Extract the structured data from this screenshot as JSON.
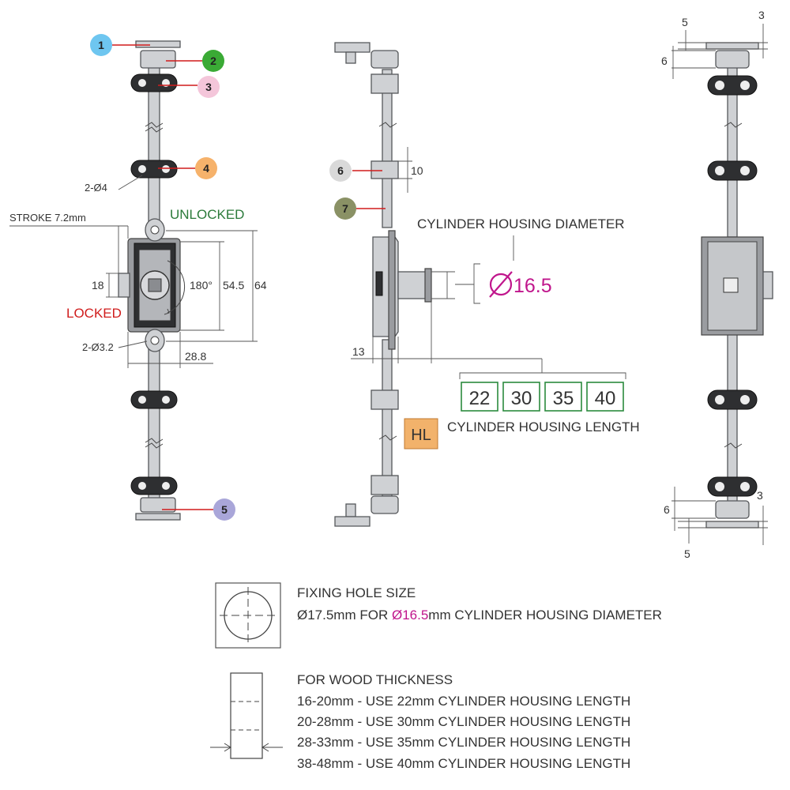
{
  "callouts": [
    {
      "num": "1",
      "color": "#6ec6f0"
    },
    {
      "num": "2",
      "color": "#3aaa35"
    },
    {
      "num": "3",
      "color": "#f4c6da"
    },
    {
      "num": "4",
      "color": "#f6b26b"
    },
    {
      "num": "5",
      "color": "#a9a6d9"
    },
    {
      "num": "6",
      "color": "#d9d9d9"
    },
    {
      "num": "7",
      "color": "#8a9165"
    }
  ],
  "front_view": {
    "stroke": "STROKE 7.2mm",
    "unlocked": "UNLOCKED",
    "locked": "LOCKED",
    "angle": "180°",
    "hole_top": "2-Ø4",
    "hole_bottom": "2-Ø3.2",
    "dim_18": "18",
    "dim_54_5": "54.5",
    "dim_64": "64",
    "dim_28_8": "28.8",
    "unlocked_color": "#2b7a3a",
    "locked_color": "#d01c1c"
  },
  "side_view": {
    "dim_10": "10",
    "dim_13": "13",
    "housing_diameter_label": "CYLINDER HOUSING DIAMETER",
    "diameter_value": "16.5",
    "diameter_color": "#c0168c",
    "lengths": [
      "22",
      "30",
      "35",
      "40"
    ],
    "length_box_color": "#2b8a3e",
    "housing_length_label": "CYLINDER HOUSING LENGTH",
    "hl_badge": "HL",
    "hl_color": "#f2b26b"
  },
  "rear_view": {
    "top_dim_5": "5",
    "top_dim_3": "3",
    "top_dim_6": "6",
    "bottom_dim_6": "6",
    "bottom_dim_3": "3",
    "bottom_dim_5": "5"
  },
  "fixing_hole": {
    "title": "FIXING HOLE SIZE",
    "line_prefix": "Ø17.5mm FOR ",
    "line_highlight": "Ø16.5",
    "line_suffix": "mm CYLINDER HOUSING DIAMETER"
  },
  "wood": {
    "title": "FOR WOOD THICKNESS",
    "rows": [
      "16-20mm - USE 22mm CYLINDER HOUSING LENGTH",
      "20-28mm - USE 30mm CYLINDER HOUSING LENGTH",
      "28-33mm - USE 35mm CYLINDER HOUSING LENGTH",
      "38-48mm - USE 40mm CYLINDER HOUSING LENGTH"
    ]
  }
}
